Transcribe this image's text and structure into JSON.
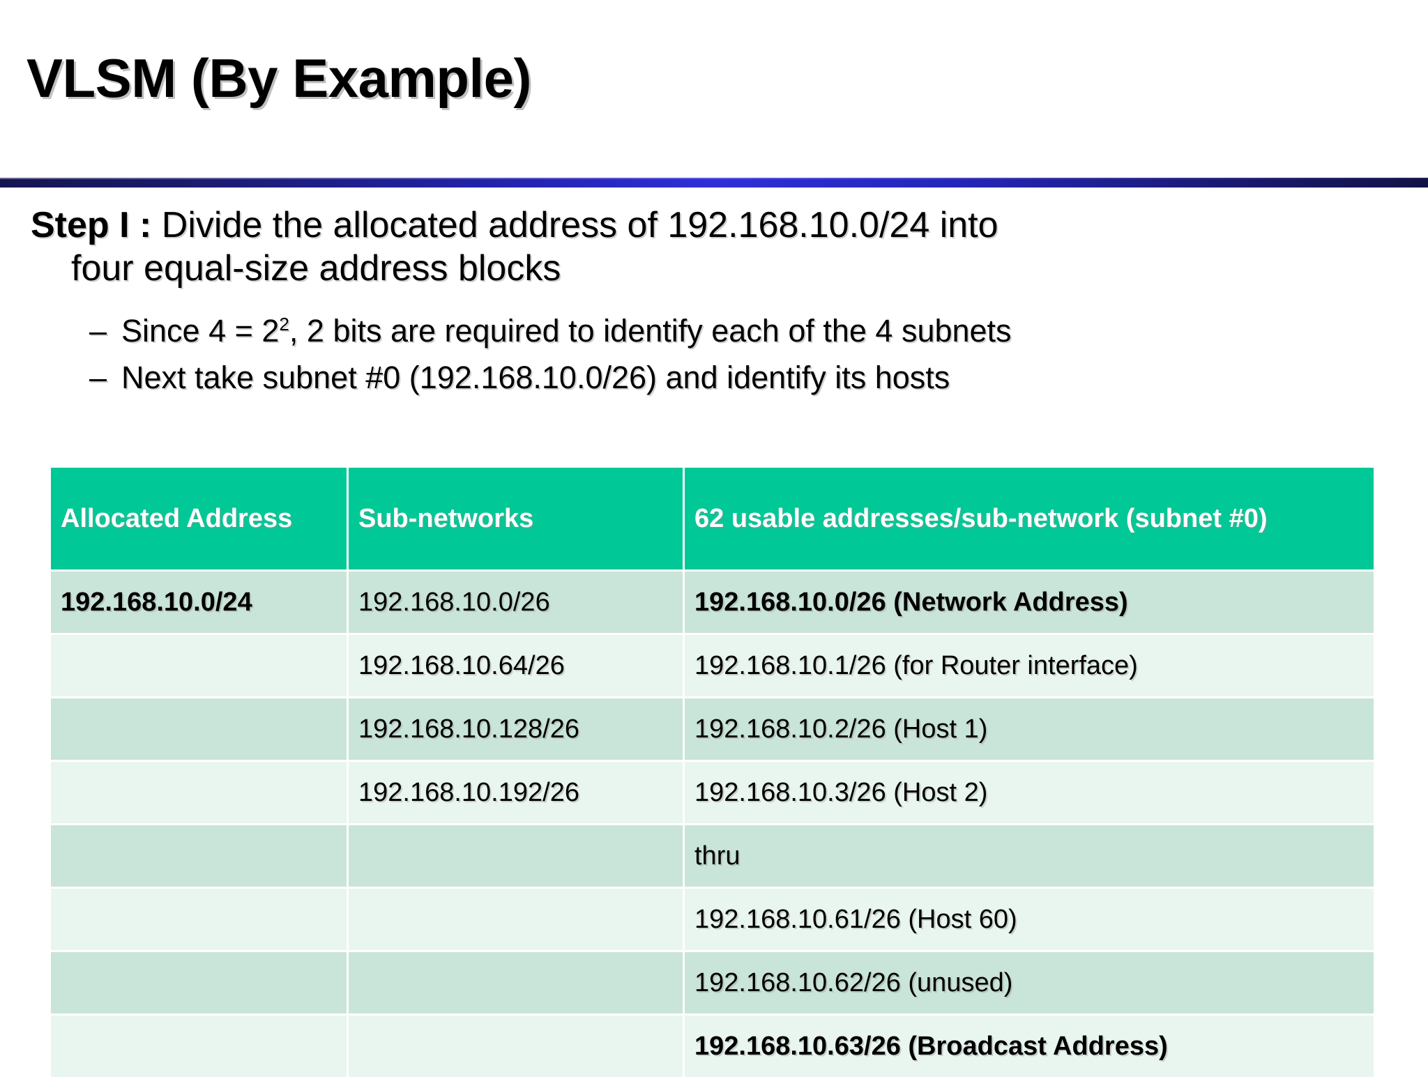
{
  "slide": {
    "title": "VLSM (By Example)",
    "accent_color": "#2222A8",
    "table_header_color": "#00C896",
    "row_dark_color": "#C9E4D9",
    "row_light_color": "#E9F5EF"
  },
  "content": {
    "step_label": "Step I : ",
    "step_text": "Divide the allocated address of 192.168.10.0/24 into",
    "step_text_cont": "four equal-size address blocks",
    "bullets": [
      {
        "dash": "–",
        "pre": "Since 4 = 2",
        "sup": "2",
        "post": ", 2 bits are required to identify each of the 4 subnets"
      },
      {
        "dash": "–",
        "pre": "Next take subnet #0 (192.168.10.0/26) and identify its hosts",
        "sup": "",
        "post": ""
      }
    ]
  },
  "table": {
    "headers": [
      "Allocated Address",
      "Sub-networks",
      "62 usable addresses/sub-network (subnet #0)"
    ],
    "rows": [
      {
        "allocated": "192.168.10.0/24",
        "subnetwork": "192.168.10.0/26",
        "usable": "192.168.10.0/26 (Network Address)",
        "allocated_bold": true,
        "usable_bold": true,
        "shade": "dark"
      },
      {
        "allocated": "",
        "subnetwork": "192.168.10.64/26",
        "usable": "192.168.10.1/26 (for Router interface)",
        "allocated_bold": false,
        "usable_bold": false,
        "shade": "light"
      },
      {
        "allocated": "",
        "subnetwork": "192.168.10.128/26",
        "usable": "192.168.10.2/26 (Host 1)",
        "allocated_bold": false,
        "usable_bold": false,
        "shade": "dark"
      },
      {
        "allocated": "",
        "subnetwork": "192.168.10.192/26",
        "usable": "192.168.10.3/26 (Host 2)",
        "allocated_bold": false,
        "usable_bold": false,
        "shade": "light"
      },
      {
        "allocated": "",
        "subnetwork": "",
        "usable": "thru",
        "allocated_bold": false,
        "usable_bold": false,
        "shade": "dark"
      },
      {
        "allocated": "",
        "subnetwork": "",
        "usable": "192.168.10.61/26 (Host 60)",
        "allocated_bold": false,
        "usable_bold": false,
        "shade": "light"
      },
      {
        "allocated": "",
        "subnetwork": "",
        "usable": "192.168.10.62/26 (unused)",
        "allocated_bold": false,
        "usable_bold": false,
        "shade": "dark"
      },
      {
        "allocated": "",
        "subnetwork": "",
        "usable": "192.168.10.63/26 (Broadcast Address)",
        "allocated_bold": false,
        "usable_bold": true,
        "shade": "light"
      }
    ]
  }
}
